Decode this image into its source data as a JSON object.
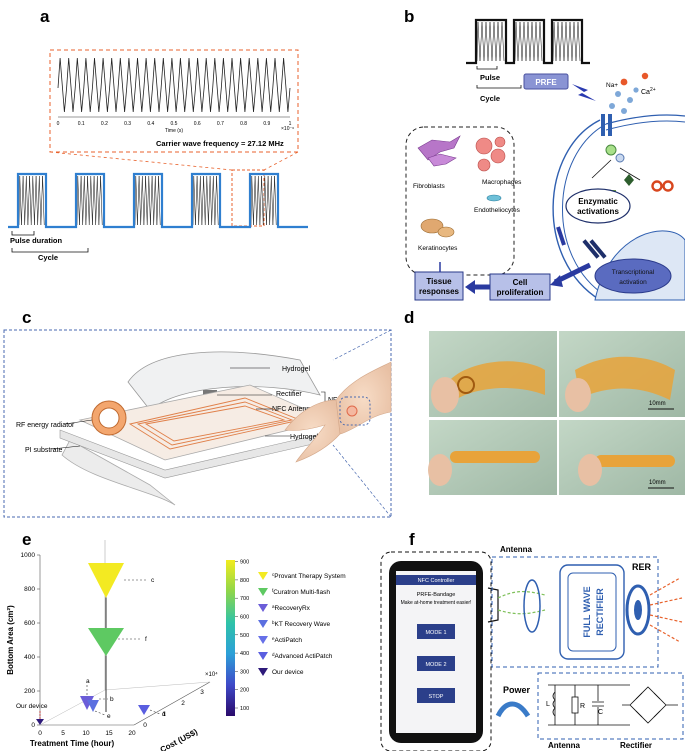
{
  "panels": {
    "a": {
      "letter": "a",
      "zoom_ticks": [
        "0",
        "0.1",
        "0.2",
        "0.3",
        "0.4",
        "0.5",
        "0.6",
        "0.7",
        "0.8",
        "0.9",
        "1"
      ],
      "zoom_xlabel": "Time (s)",
      "zoom_exponent": "×10⁻⁶",
      "carrier_text": "Carrier wave frequency = 27.12 MHz",
      "pulse_duration": "Pulse duration",
      "cycle": "Cycle"
    },
    "b": {
      "letter": "b",
      "pulse": "Pulse",
      "cycle": "Cycle",
      "prfe": "PRFE",
      "na": "Na+",
      "ca": "Ca",
      "ca_sup": "2+",
      "fibroblasts": "Fibroblasts",
      "macrophages": "Macrophages",
      "endothelio": "Endotheliocytes",
      "keratinocytes": "Keratinocytes",
      "enzymatic_1": "Enzymatic",
      "enzymatic_2": "activations",
      "transcriptional_1": "Transcriptional",
      "transcriptional_2": "activation",
      "cell_prolif_1": "Cell",
      "cell_prolif_2": "proliferation",
      "tissue_1": "Tissue",
      "tissue_2": "responses"
    },
    "c": {
      "letter": "c",
      "hydrogel_top": "Hydrogel",
      "rectifier": "Rectifier",
      "nfc_antenna": "NFC Antenna",
      "nfd": "NFD",
      "rf_radiator": "RF energy radiator",
      "hydrogel_bottom": "Hydrogel",
      "pi_substrate": "PI substrate"
    },
    "d": {
      "letter": "d",
      "scale1": "10mm",
      "scale2": "10mm"
    },
    "e": {
      "letter": "e",
      "ylabel": "Bottom Area (cm²)",
      "xlabel": "Treatment Time (hour)",
      "zlabel": "Cost (US$)",
      "z_exp": "×10⁴",
      "our_device": "Our device",
      "y_ticks": [
        "0",
        "200",
        "400",
        "600",
        "800",
        "1000"
      ],
      "x_ticks": [
        "0",
        "5",
        "10",
        "15",
        "20"
      ],
      "z_ticks": [
        "0",
        "1",
        "2",
        "3"
      ],
      "cbar_ticks": [
        "100",
        "200",
        "300",
        "400",
        "500",
        "600",
        "700",
        "800",
        "900"
      ],
      "legend": [
        {
          "sup": "c",
          "label": "Provant Therapy System",
          "color": "#f3ea22"
        },
        {
          "sup": "f",
          "label": "Curatron Multi-flash",
          "color": "#5ec962"
        },
        {
          "sup": "a",
          "label": "RecoveryRx",
          "color": "#6b5dd8"
        },
        {
          "sup": "b",
          "label": "KT Recovery Wave",
          "color": "#5b6fe0"
        },
        {
          "sup": "e",
          "label": "ActiPatch",
          "color": "#6670e8"
        },
        {
          "sup": "d",
          "label": "Advanced ActiPatch",
          "color": "#5a5ee0"
        },
        {
          "sup": "",
          "label": "Our device",
          "color": "#2e1a7a"
        }
      ],
      "point_labels": [
        "c",
        "f",
        "a",
        "b",
        "e",
        "d"
      ]
    },
    "f": {
      "letter": "f",
      "antenna_top": "Antenna",
      "rer": "RER",
      "phone_header": "NFC Controller",
      "phone_title": "PRFE-Bandage",
      "phone_subtitle": "Make at-home treatment easier!",
      "mode1": "MODE 1",
      "mode2": "MODE 2",
      "stop": "STOP",
      "full_wave": "FULL WAVE",
      "rectifier_v": "RECTIFIER",
      "power": "Power",
      "L": "L",
      "R": "R",
      "C": "C",
      "antenna_bottom": "Antenna",
      "rectifier_bottom": "Rectifier"
    }
  }
}
